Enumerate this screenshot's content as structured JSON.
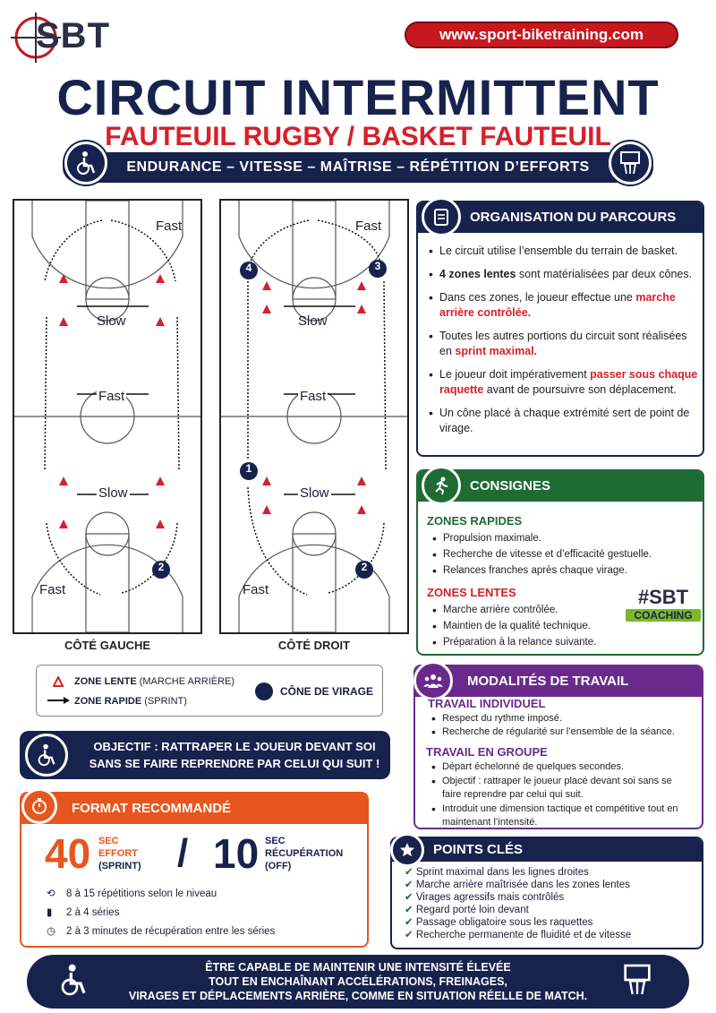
{
  "header": {
    "logo_text": "SBT",
    "url": "www.sport-biketraining.com",
    "title": "CIRCUIT INTERMITTENT",
    "subtitle": "FAUTEUIL RUGBY / BASKET FAUTEUIL",
    "banner": "ENDURANCE – VITESSE – MAÎTRISE – RÉPÉTITION D’EFFORTS"
  },
  "courts": {
    "left": {
      "label": "CÔTÉ GAUCHE",
      "fast_top": "Fast",
      "slow_top": "Slow",
      "fast_mid": "Fast",
      "slow_bottom": "Slow",
      "fast_bottom": "Fast",
      "marker": "2"
    },
    "right": {
      "label": "CÔTÉ DROIT",
      "fast_top": "Fast",
      "slow_top": "Slow",
      "fast_mid": "Fast",
      "slow_bottom": "Slow",
      "fast_bottom": "Fast",
      "marker_1": "1",
      "marker_2": "2",
      "marker_3": "3",
      "marker_4": "4"
    }
  },
  "organisation": {
    "title": "ORGANISATION DU PARCOURS",
    "items": [
      {
        "a": "Le circuit utilise l’ensemble du terrain de basket.",
        "b": "",
        "c": ""
      },
      {
        "a": "",
        "b": "4 zones lentes",
        "c": " sont matérialisées par deux cônes."
      },
      {
        "a": "Dans ces zones, le joueur effectue une ",
        "b": "marche arrière contrôlée.",
        "c": ""
      },
      {
        "a": "Toutes les autres portions du circuit sont réalisées en ",
        "b": "sprint maximal.",
        "c": ""
      },
      {
        "a": "Le joueur doit impérativement ",
        "b": "passer sous chaque raquette",
        "c": " avant de poursuivre son déplacement."
      },
      {
        "a": "Un cône placé à chaque extrémité sert de point de virage.",
        "b": "",
        "c": ""
      }
    ]
  },
  "consignes": {
    "title": "CONSIGNES",
    "rapides_title": "ZONES RAPIDES",
    "rapides": [
      "Propulsion maximale.",
      "Recherche de vitesse et d’efficacité gestuelle.",
      "Relances franches après chaque virage."
    ],
    "lentes_title": "ZONES LENTES",
    "lentes": [
      "Marche arrière contrôlée.",
      "Maintien de la qualité technique.",
      "Préparation à la relance suivante."
    ],
    "badge_top": "#SBT",
    "badge_bottom": "COACHING"
  },
  "modalites": {
    "title": "MODALITÉS DE TRAVAIL",
    "individuel_title": "TRAVAIL INDIVIDUEL",
    "individuel": [
      "Respect du rythme imposé.",
      "Recherche de régularité sur l’ensemble de la séance."
    ],
    "groupe_title": "TRAVAIL EN GROUPE",
    "groupe": [
      "Départ échelonné de quelques secondes.",
      "Objectif : rattraper le joueur placé devant soi sans se faire reprendre par celui qui suit.",
      "Introduit une dimension tactique et compétitive tout en maintenant l’intensité."
    ]
  },
  "points": {
    "title": "POINTS CLÉS",
    "items": [
      "Sprint maximal dans les lignes droites",
      "Marche arrière maîtrisée dans les zones lentes",
      "Virages agressifs mais contrôlés",
      "Regard porté loin devant",
      "Passage obligatoire sous les raquettes",
      "Recherche permanente de fluidité et de vitesse"
    ]
  },
  "legend": {
    "slow": "ZONE LENTE",
    "slow_note": "(MARCHE ARRIÈRE)",
    "fast": "ZONE RAPIDE",
    "fast_note": "(SPRINT)",
    "cone": "CÔNE DE VIRAGE"
  },
  "objectif": {
    "line1": "OBJECTIF :  RATTRAPER LE JOUEUR DEVANT SOI",
    "line2": "SANS SE FAIRE REPRENDRE PAR CELUI QUI SUIT !"
  },
  "format": {
    "title": "FORMAT RECOMMANDÉ",
    "effort_value": "40",
    "effort_sec": "SEC",
    "effort_label": "EFFORT",
    "effort_note": "(SPRINT)",
    "slash": "/",
    "recup_value": "10",
    "recup_sec": "SEC",
    "recup_label": "RÉCUPÉRATION",
    "recup_note": "(OFF)",
    "rows": [
      "8 à 15 répétitions selon le niveau",
      "2 à 4 séries",
      "2 à 3 minutes de récupération entre les séries"
    ]
  },
  "footer": {
    "line1": "ÊTRE CAPABLE DE MAINTENIR UNE INTENSITÉ ÉLEVÉE",
    "line2": "TOUT EN ENCHAÎNANT ACCÉLÉRATIONS, FREINAGES,",
    "line3": "VIRAGES ET DÉPLACEMENTS ARRIÈRE, COMME EN SITUATION RÉELLE DE MATCH."
  },
  "colors": {
    "navy": "#17224d",
    "red": "#d6202a",
    "green": "#1f6b34",
    "purple": "#6a2a8c",
    "orange": "#e8561f"
  }
}
